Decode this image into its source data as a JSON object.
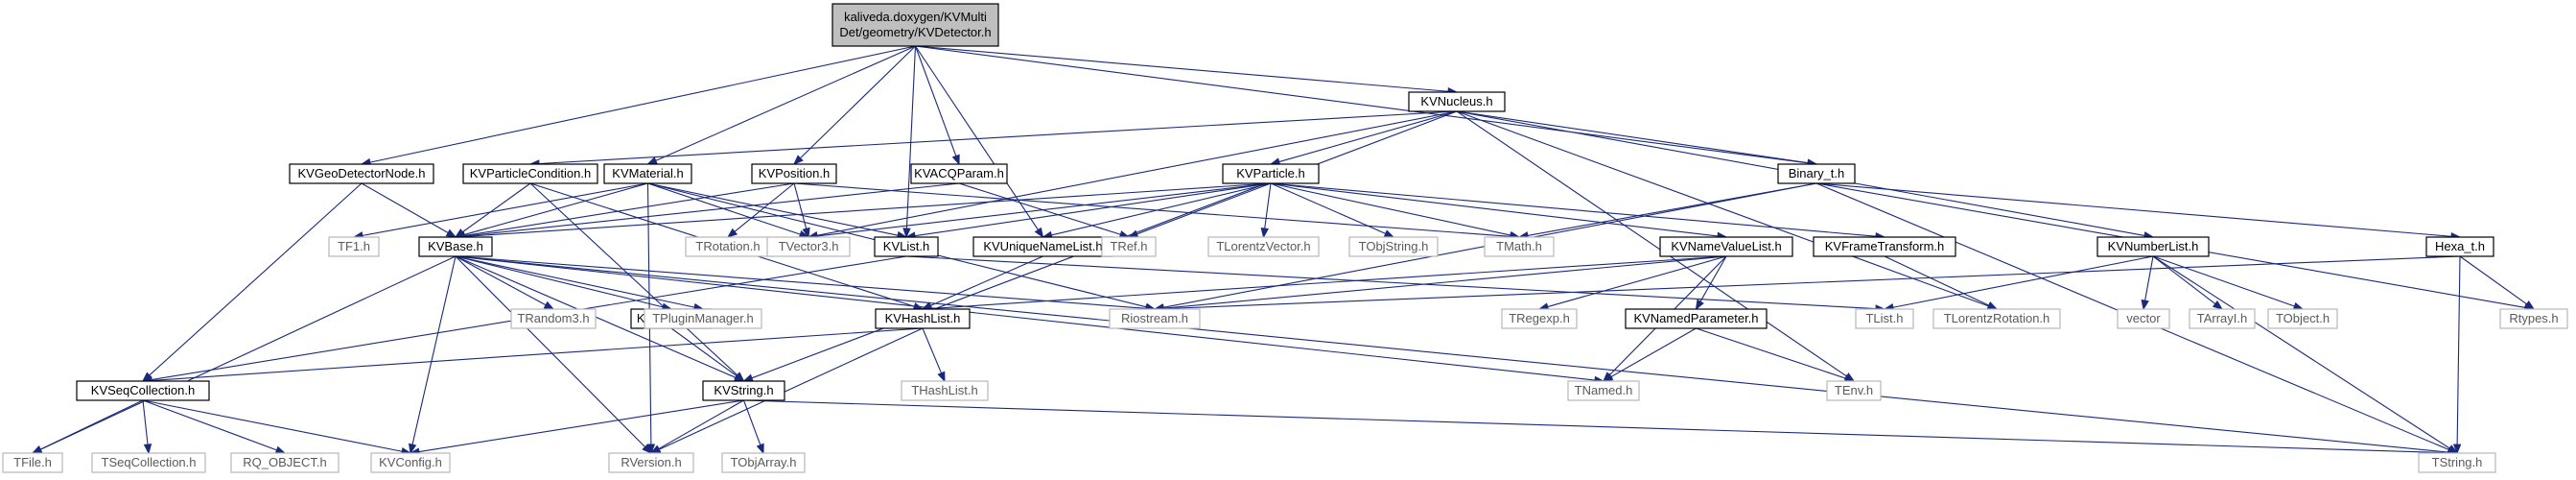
{
  "graph": {
    "title": "",
    "colors": {
      "edge": "#1a2a7a",
      "root_fill": "#bfbfbf",
      "doc_border": "#000000",
      "ext_border": "#b8b8b8",
      "ext_text": "#5a5a5a"
    },
    "nodes": [
      {
        "id": "root",
        "lines": [
          "kaliveda.doxygen/KVMulti",
          "Det/geometry/KVDetector.h"
        ],
        "kind": "root"
      },
      {
        "id": "KVGeoDetectorNode",
        "lines": [
          "KVGeoDetectorNode.h"
        ],
        "kind": "doc"
      },
      {
        "id": "KVParticleCondition",
        "lines": [
          "KVParticleCondition.h"
        ],
        "kind": "doc"
      },
      {
        "id": "KVMaterial",
        "lines": [
          "KVMaterial.h"
        ],
        "kind": "doc"
      },
      {
        "id": "KVPosition",
        "lines": [
          "KVPosition.h"
        ],
        "kind": "doc"
      },
      {
        "id": "KVACQParam",
        "lines": [
          "KVACQParam.h"
        ],
        "kind": "doc"
      },
      {
        "id": "KVParticle",
        "lines": [
          "KVParticle.h"
        ],
        "kind": "doc"
      },
      {
        "id": "KVNucleus",
        "lines": [
          "KVNucleus.h"
        ],
        "kind": "doc"
      },
      {
        "id": "Binary_t",
        "lines": [
          "Binary_t.h"
        ],
        "kind": "doc"
      },
      {
        "id": "Hexa_t",
        "lines": [
          "Hexa_t.h"
        ],
        "kind": "doc"
      },
      {
        "id": "KVNumberList",
        "lines": [
          "KVNumberList.h"
        ],
        "kind": "doc"
      },
      {
        "id": "KVBase",
        "lines": [
          "KVBase.h"
        ],
        "kind": "doc"
      },
      {
        "id": "KVList",
        "lines": [
          "KVList.h"
        ],
        "kind": "doc"
      },
      {
        "id": "KVUniqueNameList",
        "lines": [
          "KVUniqueNameList.h"
        ],
        "kind": "doc"
      },
      {
        "id": "KVNameValueList",
        "lines": [
          "KVNameValueList.h"
        ],
        "kind": "doc"
      },
      {
        "id": "KVFrameTransform",
        "lines": [
          "KVFrameTransform.h"
        ],
        "kind": "doc"
      },
      {
        "id": "KVLockfile",
        "lines": [
          "KVLockfile.h"
        ],
        "kind": "doc"
      },
      {
        "id": "KVHashList",
        "lines": [
          "KVHashList.h"
        ],
        "kind": "doc"
      },
      {
        "id": "KVNamedParameter",
        "lines": [
          "KVNamedParameter.h"
        ],
        "kind": "doc"
      },
      {
        "id": "KVSeqCollection",
        "lines": [
          "KVSeqCollection.h"
        ],
        "kind": "doc"
      },
      {
        "id": "KVString",
        "lines": [
          "KVString.h"
        ],
        "kind": "doc"
      },
      {
        "id": "TF1",
        "lines": [
          "TF1.h"
        ],
        "kind": "ext"
      },
      {
        "id": "TRotation",
        "lines": [
          "TRotation.h"
        ],
        "kind": "ext"
      },
      {
        "id": "TVector3",
        "lines": [
          "TVector3.h"
        ],
        "kind": "ext"
      },
      {
        "id": "TRef",
        "lines": [
          "TRef.h"
        ],
        "kind": "ext"
      },
      {
        "id": "TLorentzVector",
        "lines": [
          "TLorentzVector.h"
        ],
        "kind": "ext"
      },
      {
        "id": "TObjString",
        "lines": [
          "TObjString.h"
        ],
        "kind": "ext"
      },
      {
        "id": "TMath",
        "lines": [
          "TMath.h"
        ],
        "kind": "ext"
      },
      {
        "id": "TRandom3",
        "lines": [
          "TRandom3.h"
        ],
        "kind": "ext"
      },
      {
        "id": "TPluginManager",
        "lines": [
          "TPluginManager.h"
        ],
        "kind": "ext"
      },
      {
        "id": "Riostream",
        "lines": [
          "Riostream.h"
        ],
        "kind": "ext"
      },
      {
        "id": "TRegexp",
        "lines": [
          "TRegexp.h"
        ],
        "kind": "ext"
      },
      {
        "id": "TList",
        "lines": [
          "TList.h"
        ],
        "kind": "ext"
      },
      {
        "id": "TLorentzRotation",
        "lines": [
          "TLorentzRotation.h"
        ],
        "kind": "ext"
      },
      {
        "id": "vector",
        "lines": [
          "vector"
        ],
        "kind": "ext"
      },
      {
        "id": "TArrayI",
        "lines": [
          "TArrayI.h"
        ],
        "kind": "ext"
      },
      {
        "id": "TObject",
        "lines": [
          "TObject.h"
        ],
        "kind": "ext"
      },
      {
        "id": "Rtypes",
        "lines": [
          "Rtypes.h"
        ],
        "kind": "ext"
      },
      {
        "id": "THashList",
        "lines": [
          "THashList.h"
        ],
        "kind": "ext"
      },
      {
        "id": "TNamed",
        "lines": [
          "TNamed.h"
        ],
        "kind": "ext"
      },
      {
        "id": "TEnv",
        "lines": [
          "TEnv.h"
        ],
        "kind": "ext"
      },
      {
        "id": "TFile",
        "lines": [
          "TFile.h"
        ],
        "kind": "ext"
      },
      {
        "id": "TSeqCollection",
        "lines": [
          "TSeqCollection.h"
        ],
        "kind": "ext"
      },
      {
        "id": "RQ_OBJECT",
        "lines": [
          "RQ_OBJECT.h"
        ],
        "kind": "ext"
      },
      {
        "id": "KVConfig",
        "lines": [
          "KVConfig.h"
        ],
        "kind": "ext"
      },
      {
        "id": "RVersion",
        "lines": [
          "RVersion.h"
        ],
        "kind": "ext"
      },
      {
        "id": "TObjArray",
        "lines": [
          "TObjArray.h"
        ],
        "kind": "ext"
      },
      {
        "id": "TString",
        "lines": [
          "TString.h"
        ],
        "kind": "ext"
      }
    ],
    "edges": [
      [
        "root",
        "KVGeoDetectorNode"
      ],
      [
        "root",
        "KVMaterial"
      ],
      [
        "root",
        "KVPosition"
      ],
      [
        "root",
        "KVACQParam"
      ],
      [
        "root",
        "KVUniqueNameList"
      ],
      [
        "root",
        "KVList"
      ],
      [
        "root",
        "KVNucleus"
      ],
      [
        "root",
        "Binary_t"
      ],
      [
        "KVGeoDetectorNode",
        "KVBase"
      ],
      [
        "KVGeoDetectorNode",
        "KVSeqCollection"
      ],
      [
        "KVParticleCondition",
        "KVBase"
      ],
      [
        "KVParticleCondition",
        "KVHashList"
      ],
      [
        "KVParticleCondition",
        "KVString"
      ],
      [
        "KVMaterial",
        "KVBase"
      ],
      [
        "KVMaterial",
        "TF1"
      ],
      [
        "KVMaterial",
        "TVector3"
      ],
      [
        "KVMaterial",
        "KVList"
      ],
      [
        "KVMaterial",
        "RVersion"
      ],
      [
        "KVMaterial",
        "Riostream"
      ],
      [
        "KVPosition",
        "KVBase"
      ],
      [
        "KVPosition",
        "TRotation"
      ],
      [
        "KVPosition",
        "TVector3"
      ],
      [
        "KVPosition",
        "TMath"
      ],
      [
        "KVACQParam",
        "KVBase"
      ],
      [
        "KVACQParam",
        "TRef"
      ],
      [
        "KVNucleus",
        "KVParticleCondition"
      ],
      [
        "KVNucleus",
        "KVParticle"
      ],
      [
        "KVNucleus",
        "KVNumberList"
      ],
      [
        "KVNucleus",
        "KVString"
      ],
      [
        "KVNucleus",
        "TVector3"
      ],
      [
        "KVNucleus",
        "TLorentzRotation"
      ],
      [
        "KVNucleus",
        "TEnv"
      ],
      [
        "KVNucleus",
        "Binary_t"
      ],
      [
        "KVParticle",
        "KVBase"
      ],
      [
        "KVParticle",
        "TVector3"
      ],
      [
        "KVParticle",
        "KVList"
      ],
      [
        "KVParticle",
        "KVUniqueNameList"
      ],
      [
        "KVParticle",
        "TRef"
      ],
      [
        "KVParticle",
        "TLorentzVector"
      ],
      [
        "KVParticle",
        "TObjString"
      ],
      [
        "KVParticle",
        "TMath"
      ],
      [
        "KVParticle",
        "KVNameValueList"
      ],
      [
        "KVParticle",
        "KVFrameTransform"
      ],
      [
        "Binary_t",
        "TMath"
      ],
      [
        "Binary_t",
        "Riostream"
      ],
      [
        "Binary_t",
        "Hexa_t"
      ],
      [
        "Binary_t",
        "Rtypes"
      ],
      [
        "Binary_t",
        "TString"
      ],
      [
        "Hexa_t",
        "Riostream"
      ],
      [
        "Hexa_t",
        "Rtypes"
      ],
      [
        "Hexa_t",
        "TString"
      ],
      [
        "KVNumberList",
        "TList"
      ],
      [
        "KVNumberList",
        "vector"
      ],
      [
        "KVNumberList",
        "TArrayI"
      ],
      [
        "KVNumberList",
        "TObject"
      ],
      [
        "KVNumberList",
        "TString"
      ],
      [
        "KVBase",
        "TRandom3"
      ],
      [
        "KVBase",
        "TPluginManager"
      ],
      [
        "KVBase",
        "Riostream"
      ],
      [
        "KVBase",
        "KVLockfile"
      ],
      [
        "KVBase",
        "TFile"
      ],
      [
        "KVBase",
        "KVConfig"
      ],
      [
        "KVBase",
        "RVersion"
      ],
      [
        "KVBase",
        "TString"
      ],
      [
        "KVBase",
        "TNamed"
      ],
      [
        "KVBase",
        "KVString"
      ],
      [
        "KVList",
        "KVSeqCollection"
      ],
      [
        "KVList",
        "TList"
      ],
      [
        "KVUniqueNameList",
        "KVHashList"
      ],
      [
        "KVNameValueList",
        "KVHashList"
      ],
      [
        "KVNameValueList",
        "TRegexp"
      ],
      [
        "KVNameValueList",
        "KVNamedParameter"
      ],
      [
        "KVNameValueList",
        "TNamed"
      ],
      [
        "KVNameValueList",
        "Riostream"
      ],
      [
        "KVFrameTransform",
        "TLorentzRotation"
      ],
      [
        "KVLockfile",
        "KVString"
      ],
      [
        "KVHashList",
        "KVSeqCollection"
      ],
      [
        "KVHashList",
        "THashList"
      ],
      [
        "KVHashList",
        "RVersion"
      ],
      [
        "KVNamedParameter",
        "TNamed"
      ],
      [
        "KVNamedParameter",
        "TEnv"
      ],
      [
        "KVSeqCollection",
        "TFile"
      ],
      [
        "KVSeqCollection",
        "TSeqCollection"
      ],
      [
        "KVSeqCollection",
        "RQ_OBJECT"
      ],
      [
        "KVSeqCollection",
        "KVConfig"
      ],
      [
        "KVString",
        "KVConfig"
      ],
      [
        "KVString",
        "RVersion"
      ],
      [
        "KVString",
        "TObjArray"
      ],
      [
        "KVString",
        "TString"
      ]
    ]
  }
}
